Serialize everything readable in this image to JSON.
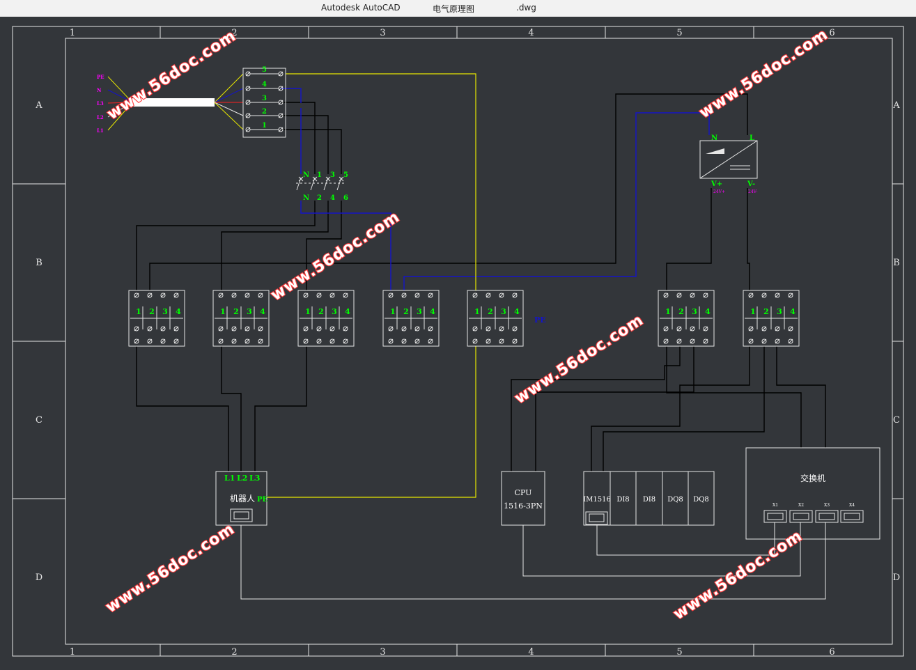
{
  "window": {
    "app_name": "Autodesk AutoCAD",
    "doc_name": "电气原理图",
    "doc_ext": ".dwg"
  },
  "frame": {
    "columns": [
      "1",
      "2",
      "3",
      "4",
      "5",
      "6"
    ],
    "rows": [
      "A",
      "B",
      "C",
      "D"
    ]
  },
  "terminal_block": {
    "terminals": [
      "5",
      "4",
      "3",
      "2",
      "1"
    ],
    "cable_wires": [
      "PE",
      "N",
      "L3",
      "L2",
      "L1"
    ]
  },
  "breaker": {
    "top_labels": [
      "N",
      "1",
      "3",
      "5"
    ],
    "bottom_labels": [
      "N",
      "2",
      "4",
      "6"
    ]
  },
  "relay_contacts": [
    "1",
    "2",
    "3",
    "4"
  ],
  "pe_label": "PE",
  "power_supply": {
    "input_n": "N",
    "input_l": "L",
    "output_pos": "V+",
    "output_neg": "V-",
    "output_pos_note": "24V+",
    "output_neg_note": "24V-"
  },
  "robot": {
    "phase_labels": [
      "L1",
      "L2",
      "L3"
    ],
    "name": "机器人",
    "pe": "PE"
  },
  "cpu": {
    "line1": "CPU",
    "line2": "1516-3PN"
  },
  "io_modules": [
    "IM1516",
    "DI8",
    "DI8",
    "DQ8",
    "DQ8"
  ],
  "switch": {
    "title": "交换机",
    "ports": [
      "X1",
      "X2",
      "X3",
      "X4"
    ]
  },
  "watermark": "www.56doc.com",
  "colors": {
    "background": "#33363a",
    "line_white": "#e6e6e6",
    "wire_black": "#000000",
    "wire_blue": "#1414c8",
    "wire_yellow": "#e6e600",
    "label_green": "#00ff00",
    "label_magenta": "#ff00ff",
    "watermark_red": "#ff3b3b"
  }
}
